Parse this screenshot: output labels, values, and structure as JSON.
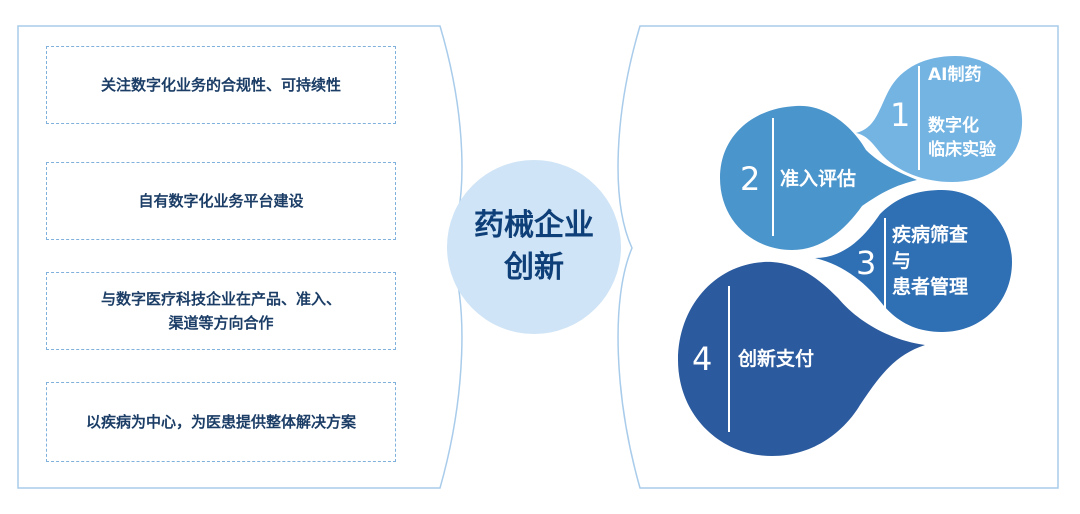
{
  "left_panel": {
    "items": [
      "关注数字化业务的合规性、可持续性",
      "自有数字化业务平台建设",
      "与数字医疗科技企业在产品、准入、\n渠道等方向合作",
      "以疾病为中心，为医患提供整体解决方案"
    ]
  },
  "center": {
    "title": "药械企业\n创新"
  },
  "right_panel": {
    "drops": [
      {
        "number": "1",
        "title": "AI制药",
        "text": "数字化\n临床实验",
        "color": "#74b4e3"
      },
      {
        "number": "2",
        "text": "准入评估",
        "color": "#4a95cc"
      },
      {
        "number": "3",
        "text": "疾病筛查\n与\n患者管理",
        "color": "#2f6fb4"
      },
      {
        "number": "4",
        "text": "创新支付",
        "color": "#2b5a9e"
      }
    ]
  }
}
